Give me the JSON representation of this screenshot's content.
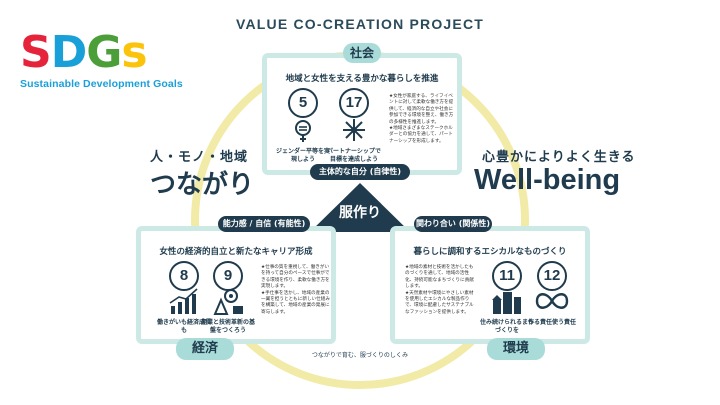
{
  "header": {
    "title": "VALUE CO-CREATION PROJECT"
  },
  "logo": {
    "letters": [
      "S",
      "D",
      "G",
      "s"
    ],
    "letter_colors": [
      "#e5243b",
      "#19a0d8",
      "#4c9f38",
      "#fcc30b"
    ],
    "subtitle": "Sustainable Development Goals"
  },
  "left_side": {
    "sub": "人・モノ・地域",
    "main": "つながり"
  },
  "right_side": {
    "sub": "心豊かによりよく生きる",
    "main": "Well-being"
  },
  "center": {
    "label": "服作り",
    "connector_top": "主体的な自分 (自律性)",
    "connector_left": "能力感 / 自信 (有能性)",
    "connector_right": "関わり合い (関係性)"
  },
  "panels": {
    "society": {
      "tab": "社会",
      "title": "地域と女性を支える豊かな暮らしを推進",
      "goals": [
        {
          "number": "5",
          "label": "ジェンダー平等を実現しよう",
          "icon": "gender-equality-icon"
        },
        {
          "number": "17",
          "label": "パートナーシップで目標を達成しよう",
          "icon": "partnership-icon"
        }
      ],
      "desc": "★女性が家庭する、ライフイベントに対して柔軟な働き方を提供して、経済的な自立や社会に参加できる環境を整え、働き方の多様性を推進します。\n★地域さまざまなステークホルダーとの協力を通して、パートナーシップを形成します。"
    },
    "economy": {
      "tab": "経済",
      "title": "女性の経済的自立と新たなキャリア形成",
      "goals": [
        {
          "number": "8",
          "label": "働きがいも経済成長も",
          "icon": "growth-chart-icon"
        },
        {
          "number": "9",
          "label": "産業と技術革新の基盤をつくろう",
          "icon": "industry-icon"
        }
      ],
      "desc": "★仕事の質を重視して、働きがいを持って自分のペースで仕事ができる環境を作り、柔軟な働き方を実現します。\n★手仕事を活かし、地域の産業の一翼を担うとともに新しい仕組みを構築して、地域の産業の発展に寄与します。"
    },
    "environment": {
      "tab": "環境",
      "title": "暮らしに調和するエシカルなものづくり",
      "goals": [
        {
          "number": "11",
          "label": "住み続けられるまちづくりを",
          "icon": "city-icon"
        },
        {
          "number": "12",
          "label": "作る責任使う責任",
          "icon": "infinity-icon"
        }
      ],
      "desc": "★地域の素材と技術を活かしたものづくりを通して、地域の活性化、持続可能なまちづくりに貢献します。\n★天然素材や環境にやさしい素材を使用したエシカルな製品作りで、環境に配慮したサステナブルなファッションを提供します。"
    }
  },
  "footnote": "つながりで育む、服づくりのしくみ",
  "colors": {
    "ring": "#f2eba8",
    "panel_border": "#cce9e6",
    "tab_teal": "#a9dcd8",
    "navy": "#1f3b4d",
    "white": "#ffffff"
  }
}
